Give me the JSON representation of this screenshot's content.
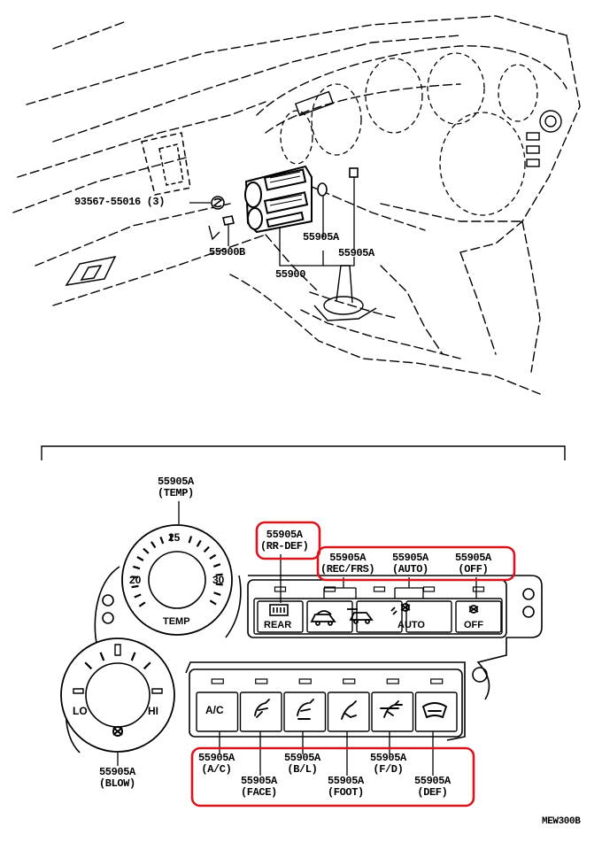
{
  "dash": {
    "callouts": {
      "screw": "93567-55016 (3)",
      "bracket": "55900B",
      "knob_a": "55905A",
      "knob_b": "55905A",
      "control_assy": "55900"
    }
  },
  "panel": {
    "temp_callout": {
      "part": "55905A",
      "name": "(TEMP)"
    },
    "temp_dial": {
      "ticks": [
        "25",
        "20",
        "30"
      ],
      "label": "TEMP"
    },
    "blow_callout": {
      "part": "55905A",
      "name": "(BLOW)"
    },
    "blower_dial": {
      "lo": "LO",
      "hi": "HI"
    },
    "rr_def_callout": {
      "part": "55905A",
      "name": "(RR-DEF)"
    },
    "upper_callouts": [
      {
        "part": "55905A",
        "name": "(REC/FRS)"
      },
      {
        "part": "55905A",
        "name": "(AUTO)"
      },
      {
        "part": "55905A",
        "name": "(OFF)"
      }
    ],
    "upper_buttons": [
      "REAR",
      "",
      "",
      "AUTO",
      "OFF"
    ],
    "lower_buttons": [
      "A/C",
      "",
      "",
      "",
      "",
      ""
    ],
    "lower_callouts": [
      {
        "part": "55905A",
        "name": "(A/C)"
      },
      {
        "part": "55905A",
        "name": "(FACE)"
      },
      {
        "part": "55905A",
        "name": "(B/L)"
      },
      {
        "part": "55905A",
        "name": "(FOOT)"
      },
      {
        "part": "55905A",
        "name": "(F/D)"
      },
      {
        "part": "55905A",
        "name": "(DEF)"
      }
    ],
    "figure_code": "MEW300B"
  },
  "colors": {
    "line": "#000000",
    "highlight": "#d9141c",
    "background": "#ffffff"
  }
}
